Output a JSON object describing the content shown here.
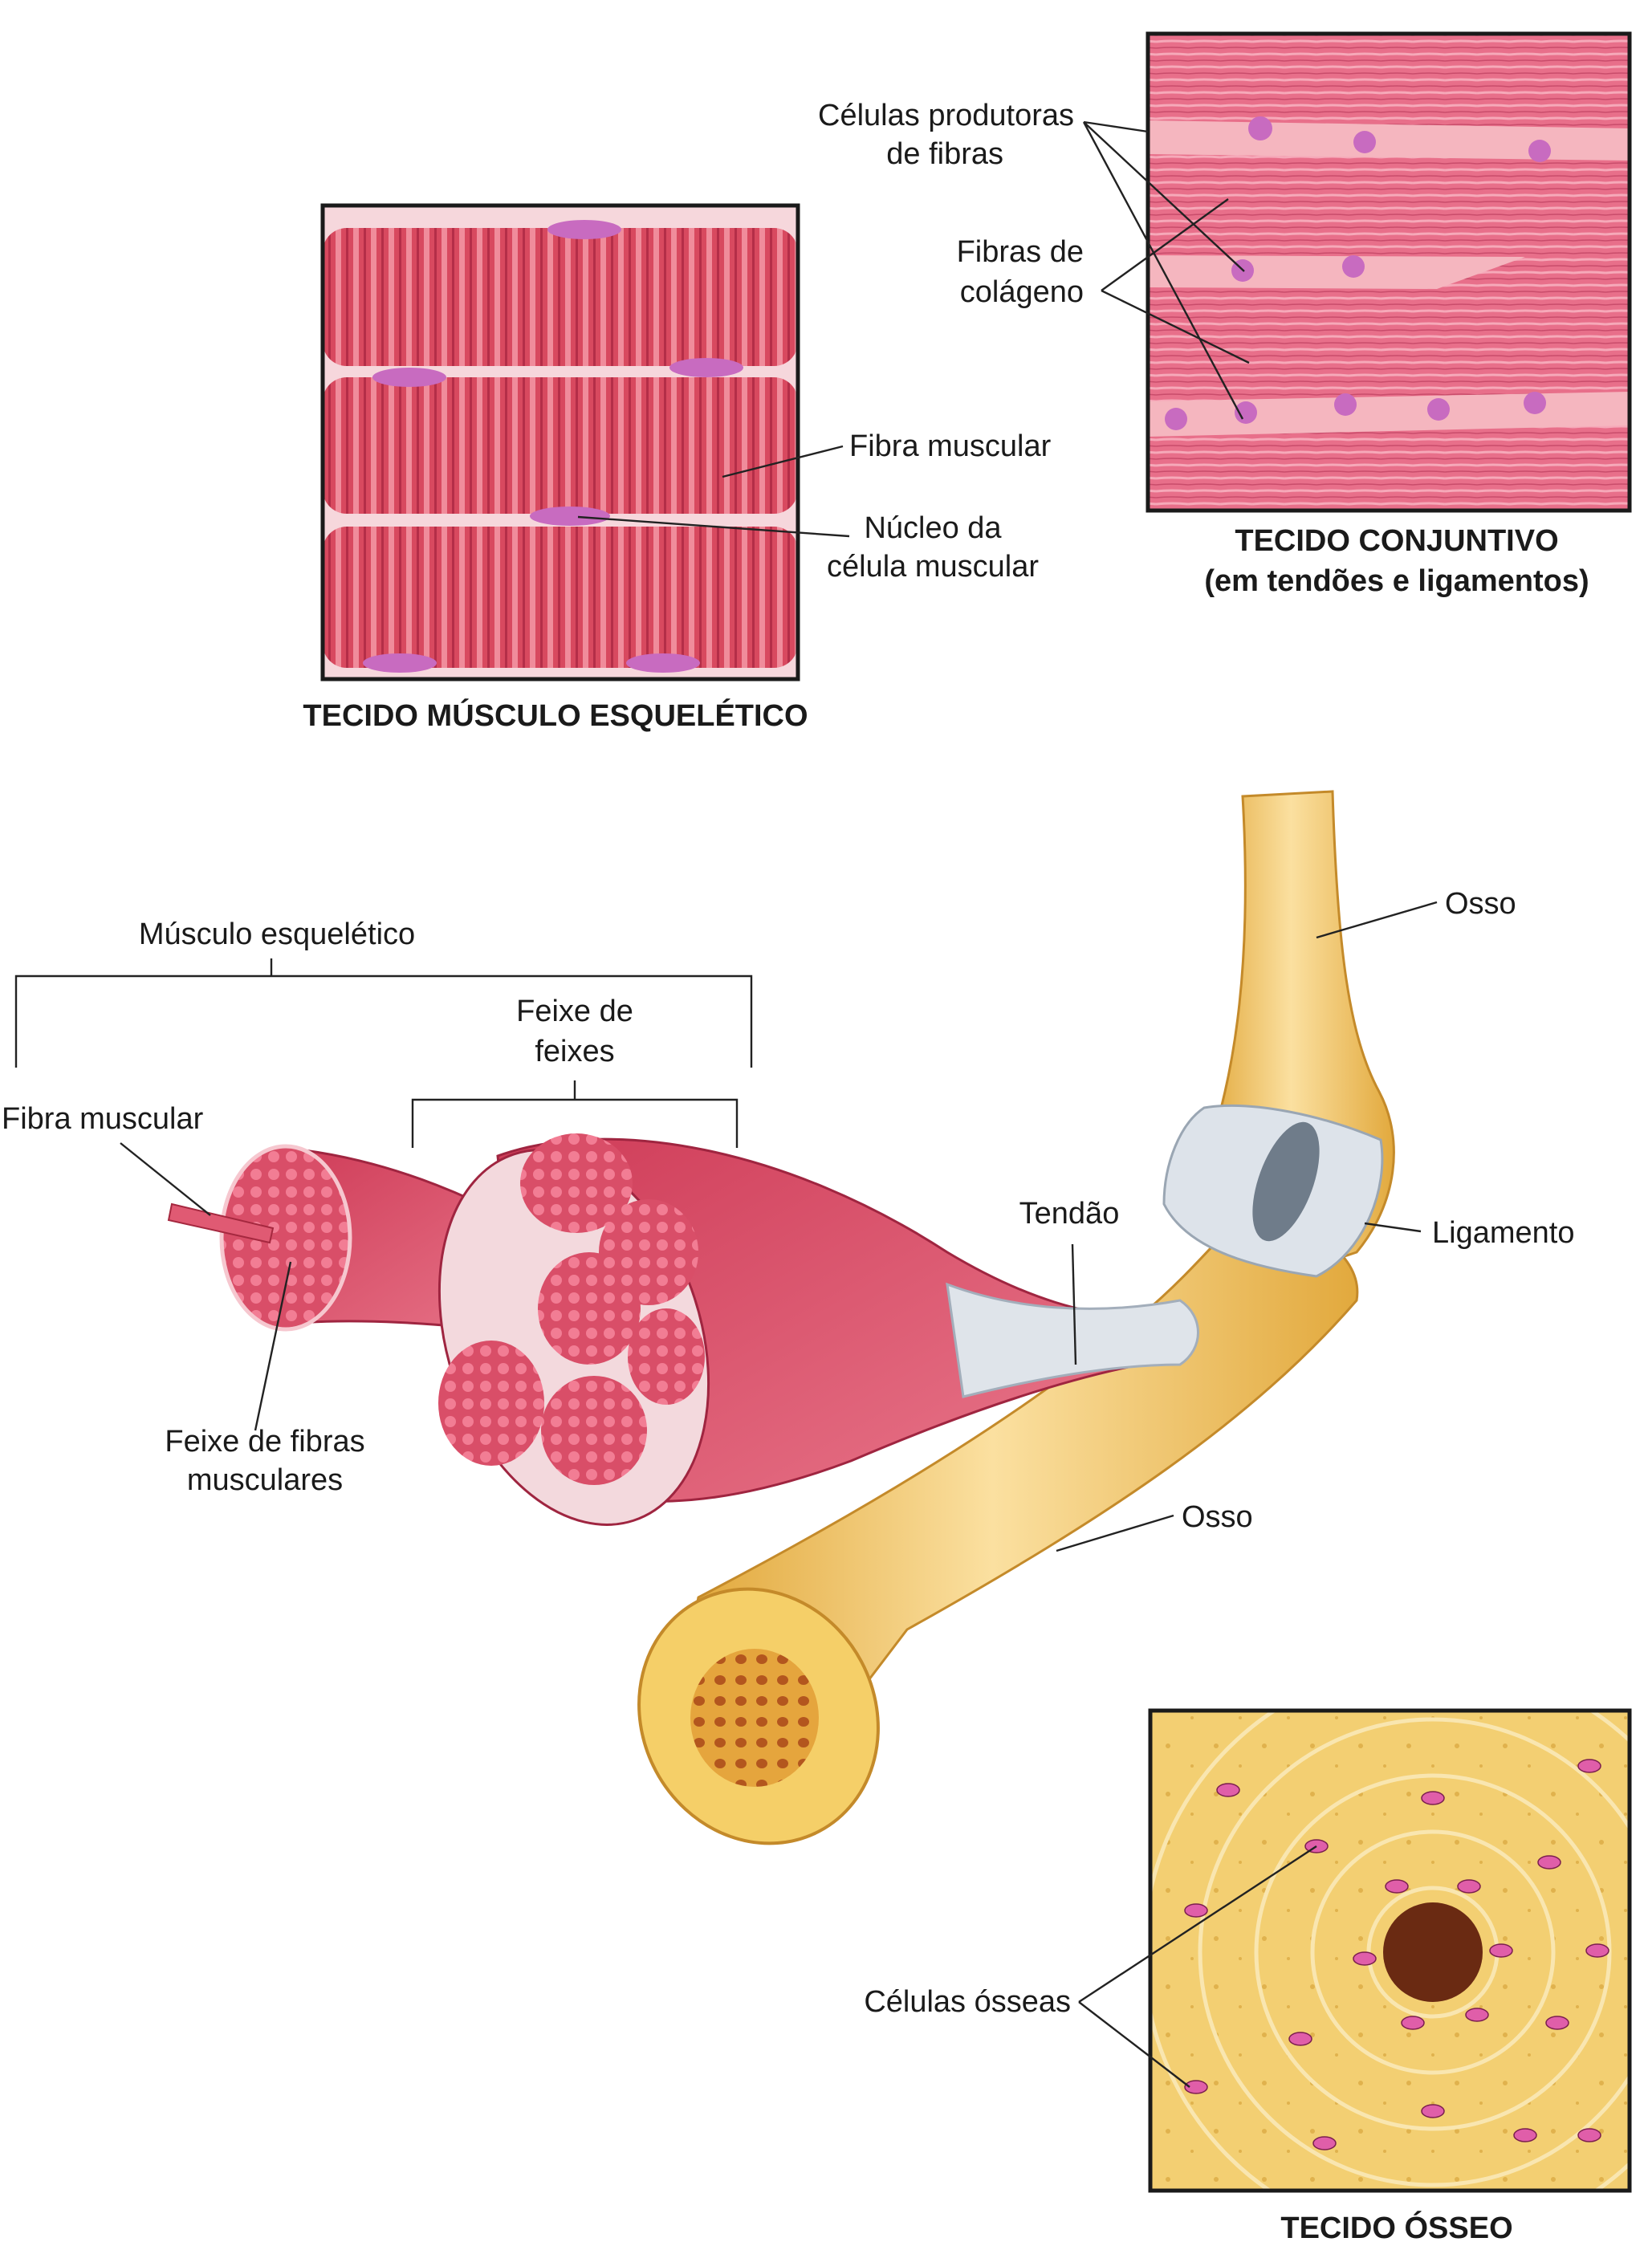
{
  "panels": {
    "skeletal_muscle": {
      "title": "TECIDO MÚSCULO ESQUELÉTICO",
      "labels": {
        "fiber": "Fibra muscular",
        "nucleus_line1": "Núcleo da",
        "nucleus_line2": "célula muscular"
      }
    },
    "connective": {
      "title_line1": "TECIDO CONJUNTIVO",
      "title_line2": "(em tendões e ligamentos)",
      "labels": {
        "cells_line1": "Células produtoras",
        "cells_line2": "de fibras",
        "collagen_line1": "Fibras de",
        "collagen_line2": "colágeno"
      }
    },
    "bone": {
      "title": "TECIDO ÓSSEO",
      "labels": {
        "cells": "Células ósseas"
      }
    }
  },
  "main": {
    "labels": {
      "skeletal_muscle": "Músculo esquelético",
      "bundle_of_bundles_line1": "Feixe de",
      "bundle_of_bundles_line2": "feixes",
      "muscle_fiber": "Fibra muscular",
      "fiber_bundle_line1": "Feixe de fibras",
      "fiber_bundle_line2": "musculares",
      "tendon": "Tendão",
      "bone_upper": "Osso",
      "ligament": "Ligamento",
      "bone_lower": "Osso"
    }
  },
  "colors": {
    "muscle": "#d4485e",
    "muscle_light": "#ee8f9c",
    "connective": "#e9708c",
    "bone": "#f2c965",
    "tendon": "#dfe4ea",
    "nucleus": "#c86bc0"
  }
}
